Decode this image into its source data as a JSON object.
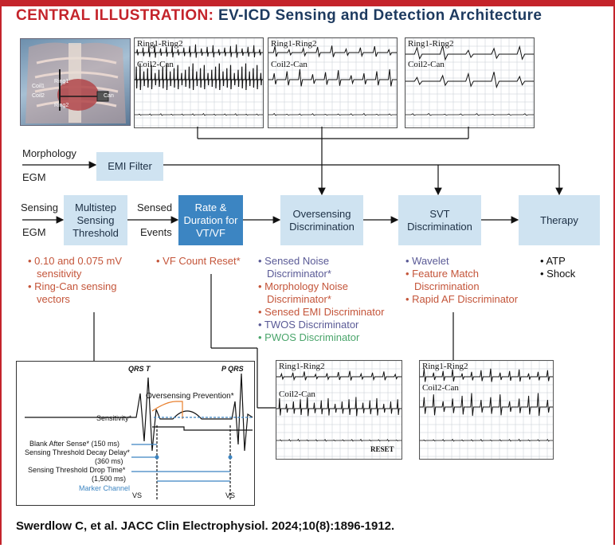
{
  "title": {
    "prefix": "CENTRAL ILLUSTRATION:",
    "text": "EV-ICD Sensing and Detection Architecture"
  },
  "anatomy": {
    "labels": [
      "Ring1",
      "Coil1",
      "Coil2",
      "Ring2",
      "Can"
    ]
  },
  "ecg_strips": [
    {
      "lead1": "Ring1-Ring2",
      "lead2": "Coil2-Can"
    },
    {
      "lead1": "Ring1-Ring2",
      "lead2": "Coil2-Can"
    },
    {
      "lead1": "Ring1-Ring2",
      "lead2": "Coil2-Can"
    }
  ],
  "inputs": {
    "morphology": "Morphology",
    "egm1": "EGM",
    "sensing": "Sensing",
    "egm2": "EGM",
    "sensed": "Sensed",
    "events": "Events"
  },
  "boxes": {
    "emi_filter": "EMI Filter",
    "multistep": "Multistep Sensing Threshold",
    "rate_duration": "Rate & Duration for VT/VF",
    "oversensing": "Oversensing Discrimination",
    "svt": "SVT Discrimination",
    "therapy": "Therapy"
  },
  "multistep_notes": [
    "• 0.10 and 0.075 mV",
    "sensitivity",
    "• Ring-Can sensing",
    "vectors"
  ],
  "rate_notes": [
    "• VF Count Reset*"
  ],
  "oversensing_notes": [
    {
      "text": "• Sensed Noise",
      "color": "#5a5a96"
    },
    {
      "text": "Discriminator*",
      "color": "#5a5a96"
    },
    {
      "text": "• Morphology Noise",
      "color": "#c4553a"
    },
    {
      "text": "Discriminator*",
      "color": "#c4553a"
    },
    {
      "text": "• Sensed EMI Discriminator",
      "color": "#c4553a"
    },
    {
      "text": "• TWOS Discriminator",
      "color": "#5a5a96"
    },
    {
      "text": "• PWOS Discriminator",
      "color": "#4aa56b"
    }
  ],
  "svt_notes": [
    {
      "text": "• Wavelet",
      "color": "#5a5a96"
    },
    {
      "text": "• Feature Match",
      "color": "#c4553a"
    },
    {
      "text": "Discrimination",
      "color": "#c4553a"
    },
    {
      "text": "• Rapid AF Discriminator",
      "color": "#c4553a"
    }
  ],
  "therapy_notes": [
    "• ATP",
    "• Shock"
  ],
  "inset": {
    "qrs_t": "QRS T",
    "p_qrs": "P QRS",
    "prevention": "Oversensing Prevention*",
    "sensitivity": "Sensitivity*",
    "blank": "Blank After Sense* (150 ms)",
    "decay1": "Sensing Threshold Decay Delay*",
    "decay2": "(360 ms)",
    "drop1": "Sensing Threshold Drop Time*",
    "drop2": "(1,500 ms)",
    "marker": "Marker Channel",
    "vs1": "VS",
    "vs2": "VS"
  },
  "bottom_strips": [
    {
      "lead1": "Ring1-Ring2",
      "lead2": "Coil2-Can",
      "tag": "RESET"
    },
    {
      "lead1": "Ring1-Ring2",
      "lead2": "Coil2-Can"
    }
  ],
  "citation": "Swerdlow C, et al. JACC Clin Electrophysiol. 2024;10(8):1896-1912."
}
